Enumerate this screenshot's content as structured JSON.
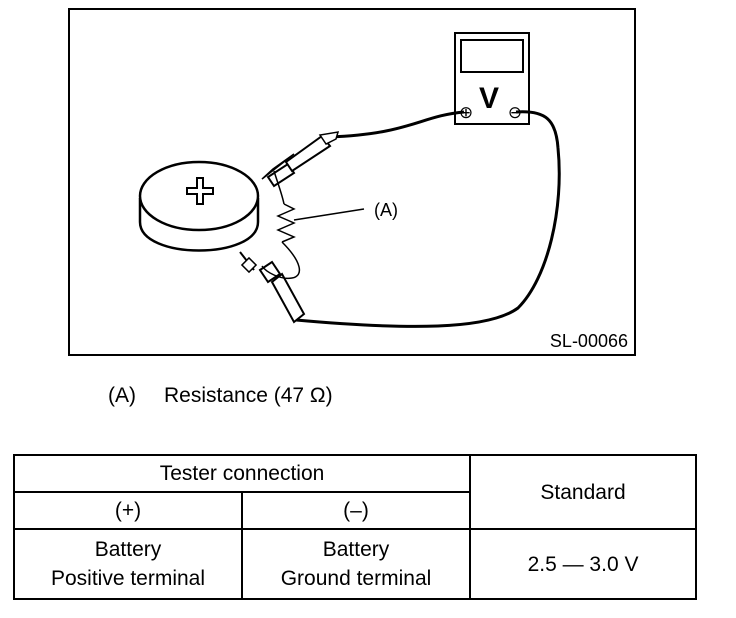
{
  "figure": {
    "meter_symbol": "V",
    "plus_symbol": "⊕",
    "minus_symbol": "⊖",
    "callout": "(A)",
    "figure_code": "SL-00066"
  },
  "legend": {
    "key": "(A)",
    "text": "Resistance (47 Ω)"
  },
  "table": {
    "group_header": "Tester connection",
    "plus_header": "(+)",
    "minus_header": "(–)",
    "standard_header": "Standard",
    "plus_value": [
      "Battery",
      "Positive terminal"
    ],
    "minus_value": [
      "Battery",
      "Ground terminal"
    ],
    "standard_value": "2.5 — 3.0 V"
  }
}
